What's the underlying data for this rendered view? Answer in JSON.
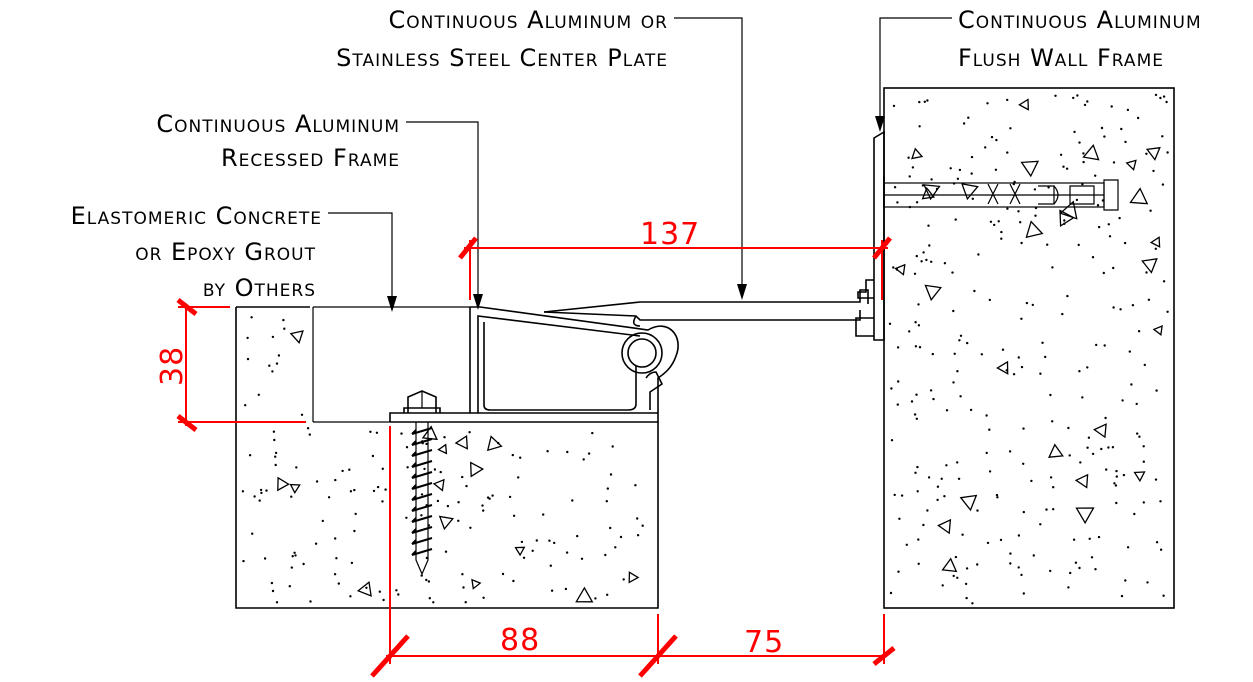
{
  "colors": {
    "ink": "#000000",
    "dimension": "#ff0000",
    "background": "#ffffff"
  },
  "labels": {
    "center_plate": {
      "line1": "Continuous Aluminum or",
      "line2": "Stainless Steel Center Plate"
    },
    "wall_frame": {
      "line1": "Continuous Aluminum",
      "line2": "Flush Wall Frame"
    },
    "recessed_frame": {
      "line1": "Continuous Aluminum",
      "line2": "Recessed Frame"
    },
    "elastomeric": {
      "line1": "Elastomeric Concrete",
      "line2": "or Epoxy Grout",
      "line3": "by Others"
    }
  },
  "dimensions": {
    "width_top": "137",
    "depth_left": "38",
    "width_frame": "88",
    "gap": "75"
  },
  "icons": [
    "anchor-screw-icon",
    "wedge-anchor-icon",
    "concrete-aggregate-hatch"
  ]
}
